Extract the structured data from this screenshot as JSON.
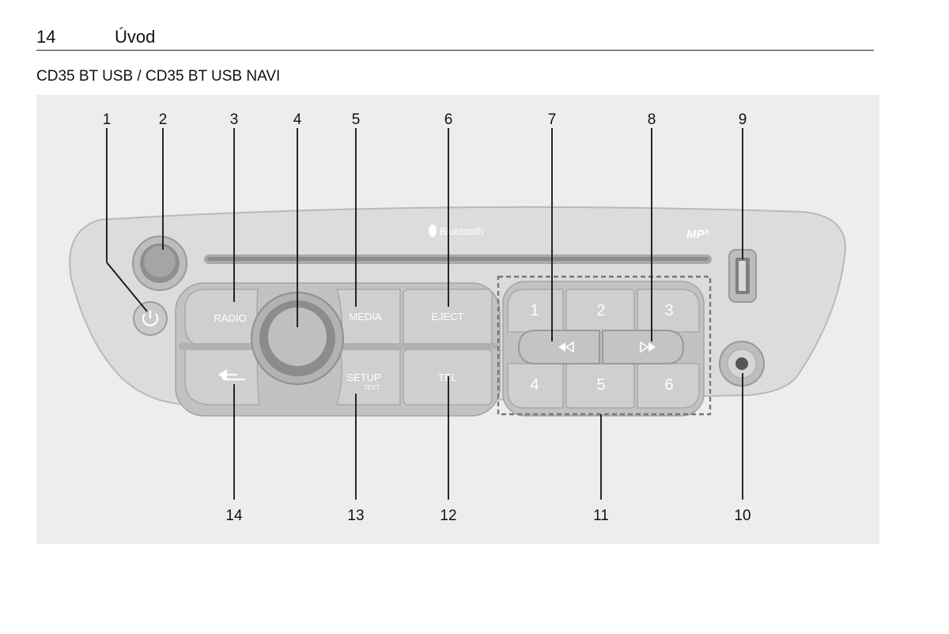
{
  "header": {
    "page_number": "14",
    "chapter": "Úvod"
  },
  "section_title": "CD35 BT USB / CD35 BT USB NAVI",
  "panel": {
    "bluetooth_text": "Bluetooth",
    "mp3_text": "MP³",
    "buttons": {
      "radio": "RADIO",
      "media": "MEDIA",
      "eject": "EJECT",
      "setup": "SETUP",
      "setup_sub": "TEXT",
      "tel": "TEL"
    },
    "presets": [
      "1",
      "2",
      "3",
      "4",
      "5",
      "6"
    ]
  },
  "callouts": [
    "1",
    "2",
    "3",
    "4",
    "5",
    "6",
    "7",
    "8",
    "9",
    "10",
    "11",
    "12",
    "13",
    "14"
  ],
  "colors": {
    "figure_bg": "#ededed",
    "panel_body": "#dcdcdc",
    "button_face": "#cfcfcf",
    "label_text": "#ffffff"
  },
  "icons": [
    "power-icon",
    "back-arrow-icon",
    "rewind-icon",
    "fast-forward-icon",
    "bluetooth-icon",
    "usb-port-icon",
    "aux-jack-icon"
  ]
}
